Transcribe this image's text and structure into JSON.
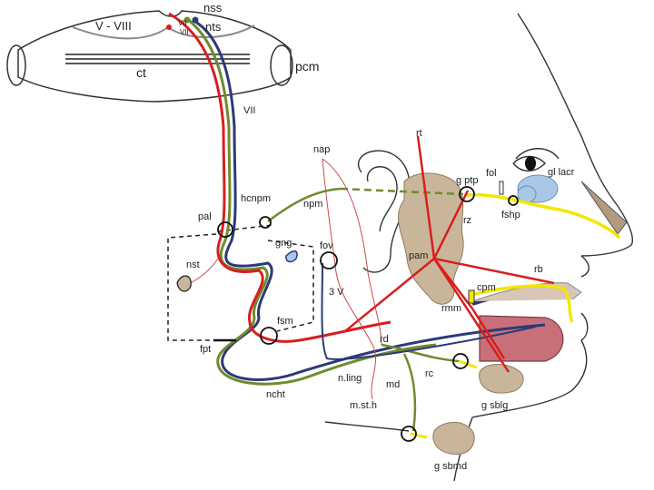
{
  "labels": {
    "brainstem_nuclei": "V - VIII",
    "nss": "nss",
    "nts": "nts",
    "vii_a": "VII",
    "vii_b": "VII",
    "ct": "ct",
    "pcm": "pcm",
    "vii_nerve": "VII",
    "rt": "rt",
    "nap": "nap",
    "fol": "fol",
    "g_ptp": "g ptp",
    "gl_lacr": "gl lacr",
    "hcnpm": "hcnpm",
    "npm": "npm",
    "fshp": "fshp",
    "rz": "rz",
    "pal": "pal",
    "gng": "gng",
    "fov": "fov",
    "pam": "pam",
    "nst": "nst",
    "rb": "rb",
    "cpm": "cpm",
    "three_v": "3 V",
    "rmm": "rmm",
    "fsm": "fsm",
    "rd": "rd",
    "fpt": "fpt",
    "n_ling": "n.ling",
    "md": "md",
    "rc": "rc",
    "ncht": "ncht",
    "m_st_h": "m.st.h",
    "g_sblg": "g sblg",
    "g_sbmd": "g sbmd"
  },
  "colors": {
    "red": "#d81e1e",
    "green": "#6f8b2e",
    "navy": "#2b3a78",
    "yellow": "#f3e600",
    "thin_red": "#c94a4a",
    "gland": "#c9b69a",
    "lacrimal": "#a9c8e8",
    "tongue": "#c8707a",
    "outline": "#333333"
  }
}
